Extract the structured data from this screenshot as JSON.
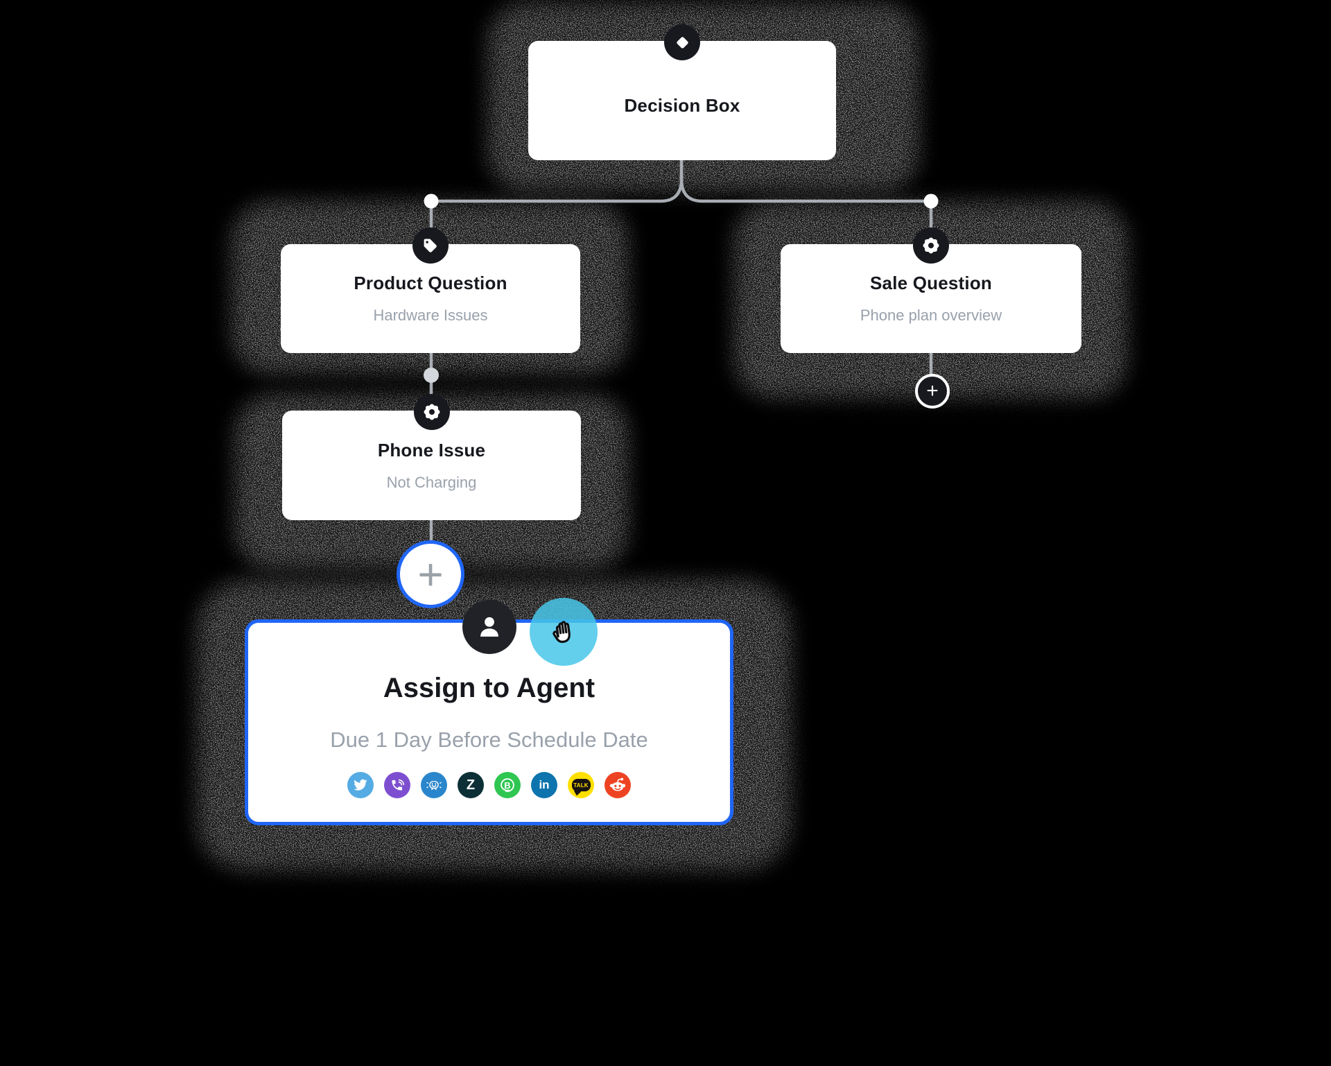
{
  "colors": {
    "background": "#000000",
    "card_bg": "#ffffff",
    "accent_blue": "#2066f5",
    "cursor_cyan": "rgba(72,199,233,0.85)",
    "connector_gray": "#a8adb3",
    "icon_circle_bg": "#17191e",
    "avatar_circle_bg": "#202227",
    "title_color": "#16181d",
    "subtitle_color": "#99a1ab",
    "shadow_color": "#1b1b1b",
    "plus_gray": "#9aa1a8",
    "mid_dot_gray": "#d3d7db"
  },
  "nodes": {
    "decision": {
      "title": "Decision Box",
      "icon": "diamond"
    },
    "product": {
      "title": "Product Question",
      "subtitle": "Hardware Issues",
      "icon": "tag"
    },
    "sale": {
      "title": "Sale Question",
      "subtitle": "Phone plan overview",
      "icon": "gear"
    },
    "phone": {
      "title": "Phone Issue",
      "subtitle": "Not Charging",
      "icon": "gear"
    },
    "assign": {
      "title": "Assign to Agent",
      "subtitle": "Due 1 Day Before Schedule Date",
      "icon": "person"
    }
  },
  "buttons": {
    "add_step": "+",
    "add_branch": "+"
  },
  "channels": [
    {
      "name": "twitter",
      "color": "#55abe4"
    },
    {
      "name": "viber",
      "color": "#7d4fd0"
    },
    {
      "name": "live-chat",
      "color": "#2a86cc"
    },
    {
      "name": "zendesk",
      "color": "#0d3037",
      "label": "Z"
    },
    {
      "name": "whatsapp-business",
      "color": "#2fc652",
      "label": "B"
    },
    {
      "name": "linkedin",
      "color": "#0d74ad",
      "label": "in"
    },
    {
      "name": "kakaotalk",
      "color": "#fedf00",
      "label": "TALK"
    },
    {
      "name": "reddit",
      "color": "#ee4322"
    }
  ]
}
